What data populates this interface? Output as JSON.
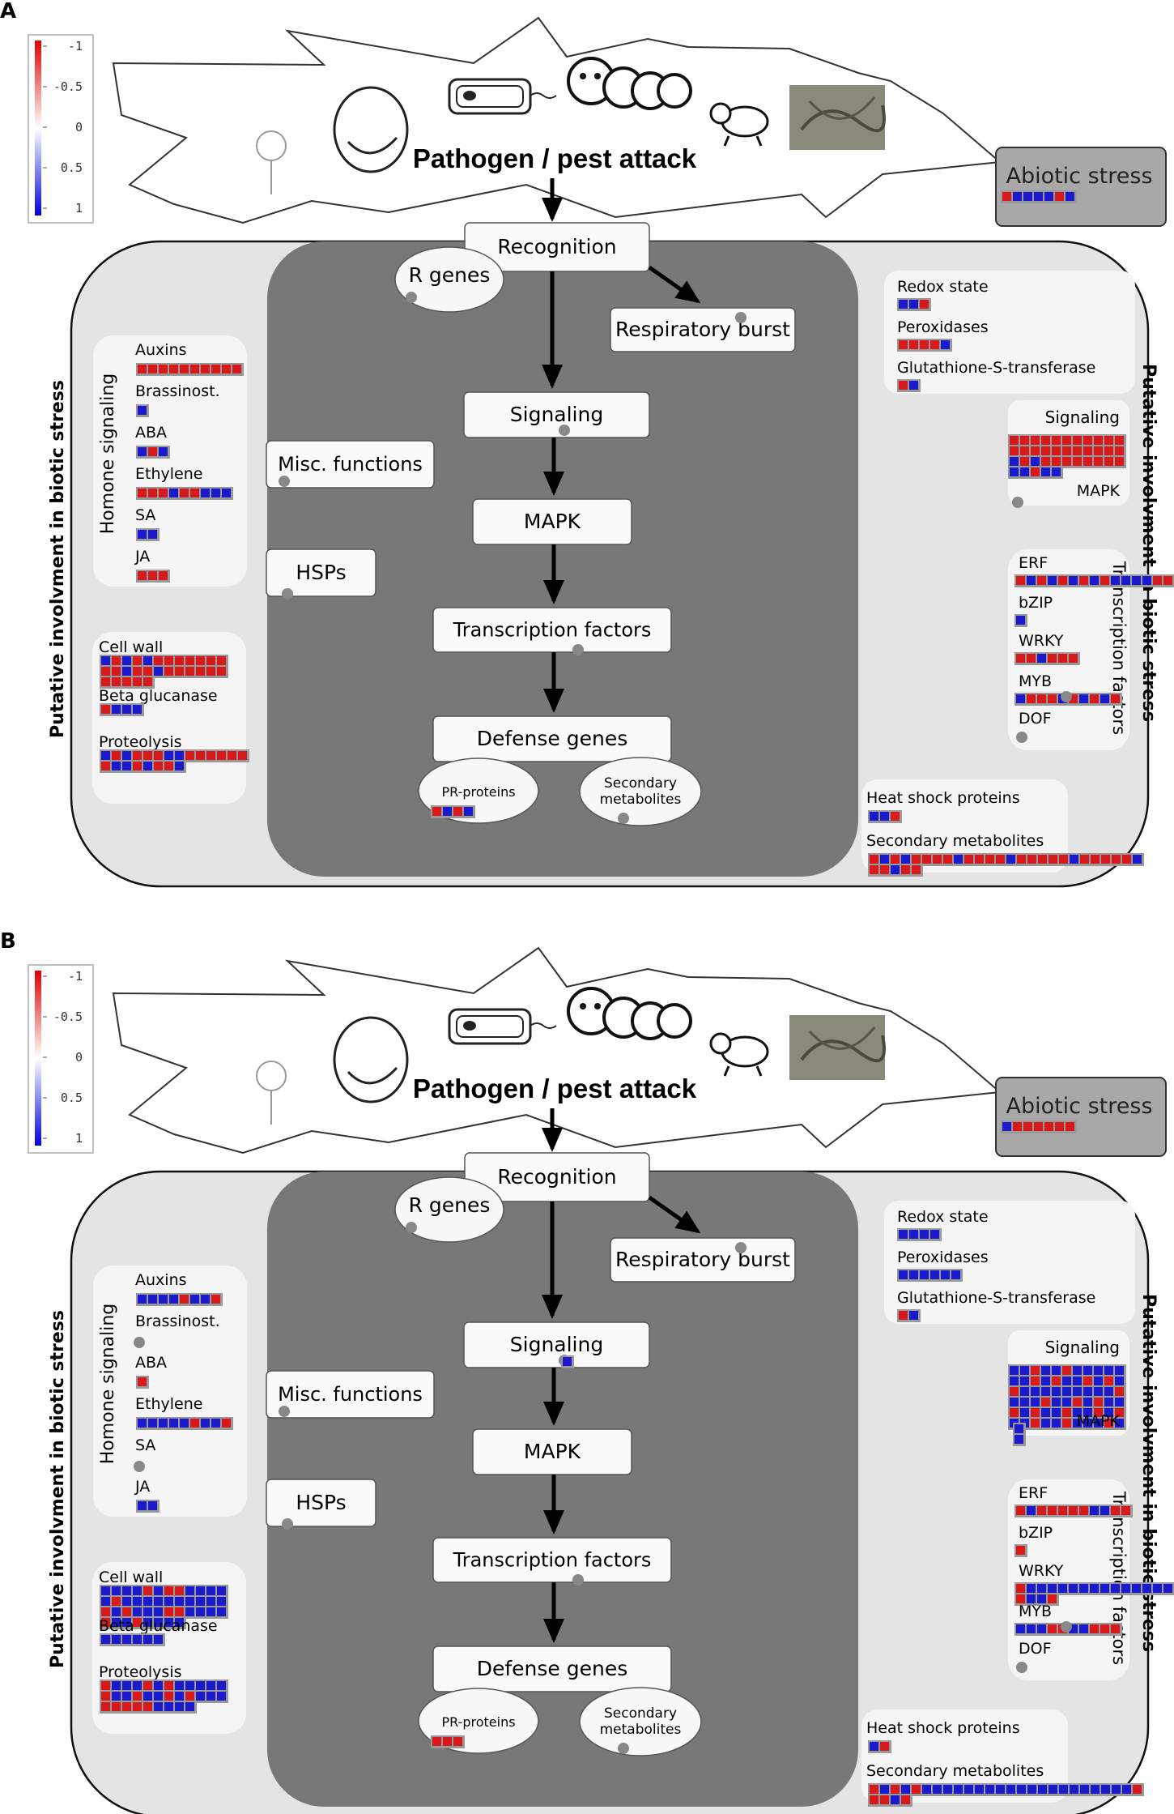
{
  "panels": [
    {
      "letter": "A",
      "legend_ticks": [
        "-1",
        "-0.5",
        "0",
        "0.5",
        "1"
      ],
      "attack_title": "Pathogen / pest attack",
      "abiotic": {
        "label": "Abiotic stress",
        "cells": "rbbbbrb"
      },
      "left_axis_label": "Putative involvment in biotic stress",
      "right_axis_label": "Putative involvment in biotic stress",
      "hormone_label": "Homone signaling",
      "tf_label": "Transcription factors",
      "flow": {
        "recognition": "Recognition",
        "r_genes": "R genes",
        "respiratory_burst": "Respiratory burst",
        "signaling": "Signaling",
        "mapk": "MAPK",
        "transcription_factors": "Transcription factors",
        "defense_genes": "Defense genes",
        "pr_proteins": "PR-proteins",
        "secondary_metabolites": "Secondary metabolites",
        "misc_functions": "Misc. functions",
        "hsps": "HSPs"
      },
      "mid_cells": {
        "signaling": "",
        "pr": "rbrb"
      },
      "hormones": [
        {
          "label": "Auxins",
          "cells": [
            "rrrrrrrrrr"
          ]
        },
        {
          "label": "Brassinost.",
          "cells": [
            "b"
          ]
        },
        {
          "label": "ABA",
          "cells": [
            "brb"
          ]
        },
        {
          "label": "Ethylene",
          "cells": [
            "rrrbrrbbb"
          ]
        },
        {
          "label": "SA",
          "cells": [
            "bb"
          ]
        },
        {
          "label": "JA",
          "cells": [
            "rrr"
          ]
        }
      ],
      "cellwall": [
        {
          "label": "Cell wall",
          "cells": [
            "brbrbrrrrrrr",
            "rrbrrbrrrrrr",
            "rrrrr"
          ]
        },
        {
          "label": "Beta glucanase",
          "cells": [
            "rbbb"
          ]
        },
        {
          "label": "Proteolysis",
          "cells": [
            "brbrrrbbrrrrrr",
            "rbbrbrrb"
          ]
        }
      ],
      "redox": [
        {
          "label": "Redox state",
          "cells": [
            "bbr"
          ]
        },
        {
          "label": "Peroxidases",
          "cells": [
            "rrrrb"
          ]
        },
        {
          "label": "Glutathione-S-transferase",
          "cells": [
            "rb"
          ]
        }
      ],
      "right_signaling": {
        "title": "Signaling",
        "cells": [
          "rrrrrrrrrrr",
          "rrrrrrrrrrr",
          "brbrrrrrrrr",
          "bbrbb"
        ],
        "mapk_label": "MAPK",
        "mapk_cells": []
      },
      "tfs": [
        {
          "label": "ERF",
          "cells": [
            "rbrbrbrbrbbbbrrr"
          ]
        },
        {
          "label": "bZIP",
          "cells": [
            "b"
          ]
        },
        {
          "label": "WRKY",
          "cells": [
            "rrbrrr"
          ]
        },
        {
          "label": "MYB",
          "cells": [
            "brrrbrbrbr"
          ]
        },
        {
          "label": "DOF",
          "cells": []
        }
      ],
      "heat": [
        {
          "label": "Heat shock proteins",
          "cells": [
            "bbr"
          ]
        },
        {
          "label": "Secondary metabolites",
          "cells": [
            "rbrbrrrrbrrrrbrrrrrbrrrrrb",
            "rrbrr"
          ]
        }
      ]
    },
    {
      "letter": "B",
      "legend_ticks": [
        "-1",
        "-0.5",
        "0",
        "0.5",
        "1"
      ],
      "attack_title": "Pathogen / pest attack",
      "abiotic": {
        "label": "Abiotic stress",
        "cells": "brrrrrr"
      },
      "left_axis_label": "Putative involvment in biotic stress",
      "right_axis_label": "Putative involvment in biotic stress",
      "hormone_label": "Homone signaling",
      "tf_label": "Transcription factors",
      "flow": {
        "recognition": "Recognition",
        "r_genes": "R genes",
        "respiratory_burst": "Respiratory burst",
        "signaling": "Signaling",
        "mapk": "MAPK",
        "transcription_factors": "Transcription factors",
        "defense_genes": "Defense genes",
        "pr_proteins": "PR-proteins",
        "secondary_metabolites": "Secondary metabolites",
        "misc_functions": "Misc. functions",
        "hsps": "HSPs"
      },
      "mid_cells": {
        "signaling": "b",
        "pr": "rrr"
      },
      "hormones": [
        {
          "label": "Auxins",
          "cells": [
            "bbbbrbbr"
          ]
        },
        {
          "label": "Brassinost.",
          "cells": []
        },
        {
          "label": "ABA",
          "cells": [
            "r"
          ]
        },
        {
          "label": "Ethylene",
          "cells": [
            "bbbbbrbbr"
          ]
        },
        {
          "label": "SA",
          "cells": []
        },
        {
          "label": "JA",
          "cells": [
            "bb"
          ]
        }
      ],
      "cellwall": [
        {
          "label": "Cell wall",
          "cells": [
            "bbbbrbrrbbbb",
            "brbbbbbbbbbb",
            "rbrbbbrrbbbb",
            "rbbrbbbb"
          ]
        },
        {
          "label": "Beta glucanase",
          "cells": [
            "bbbbbb"
          ]
        },
        {
          "label": "Proteolysis",
          "cells": [
            "rbbbrbrbbbbb",
            "rbbrbbrbrbbb",
            "rrrrrbbbb"
          ]
        }
      ],
      "redox": [
        {
          "label": "Redox state",
          "cells": [
            "bbbb"
          ]
        },
        {
          "label": "Peroxidases",
          "cells": [
            "bbbbbb"
          ]
        },
        {
          "label": "Glutathione-S-transferase",
          "cells": [
            "rb"
          ]
        }
      ],
      "right_signaling": {
        "title": "Signaling",
        "cells": [
          "bbrbbrbbbbb",
          "bbrbrbbrbrb",
          "rbbbbbbbbbr",
          "bbbrbbrbrbb",
          "rbrbbrbbrbr",
          "bbrbbrbbbrb"
        ],
        "mapk_label": "MAPK",
        "mapk_cells": [
          "b",
          "b"
        ]
      },
      "tfs": [
        {
          "label": "ERF",
          "cells": [
            "rbrrrrrbbrr"
          ]
        },
        {
          "label": "bZIP",
          "cells": [
            "r"
          ]
        },
        {
          "label": "WRKY",
          "cells": [
            "rbbbbbbbbbbbbbbbbbb",
            "rbbr"
          ]
        },
        {
          "label": "MYB",
          "cells": [
            "bbbrrbbrrr"
          ]
        },
        {
          "label": "DOF",
          "cells": []
        }
      ],
      "heat": [
        {
          "label": "Heat shock proteins",
          "cells": [
            "br"
          ]
        },
        {
          "label": "Secondary metabolites",
          "cells": [
            "rbrbrbbbbbbbbbbbbbbbbbbbbr",
            "rrbr"
          ]
        }
      ]
    }
  ]
}
